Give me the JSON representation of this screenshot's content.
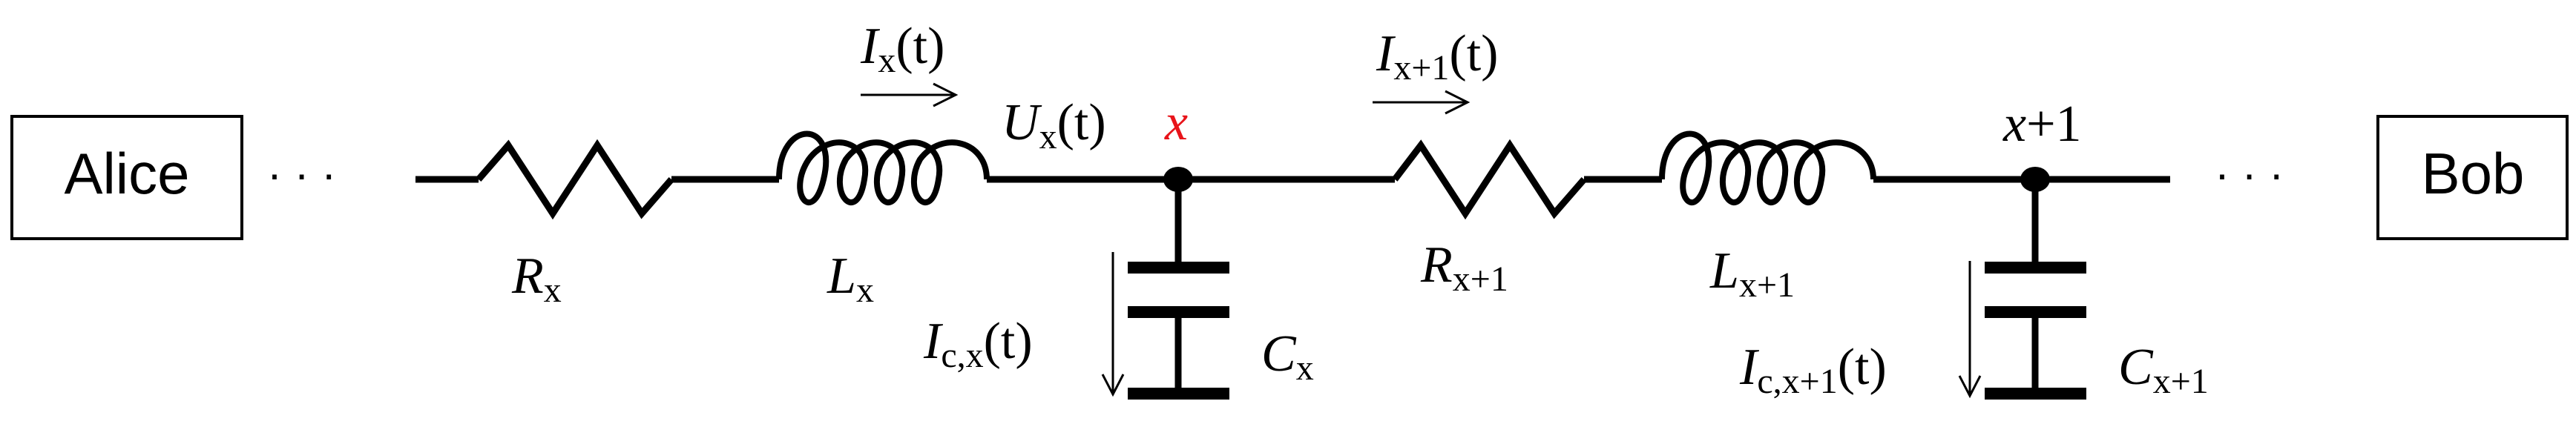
{
  "endpoints": {
    "alice": "Alice",
    "bob": "Bob"
  },
  "ellipsis": "· · ·",
  "segment_x": {
    "current_main": "I",
    "current_main_sub": "x",
    "current_main_arg": "(t)",
    "voltage": "U",
    "voltage_sub": "x",
    "voltage_arg": "(t)",
    "node": "x",
    "resistor": "R",
    "resistor_sub": "x",
    "inductor": "L",
    "inductor_sub": "x",
    "capacitor": "C",
    "capacitor_sub": "x",
    "current_cap": "I",
    "current_cap_sub": "c,x",
    "current_cap_arg": "(t)"
  },
  "segment_x1": {
    "current_main": "I",
    "current_main_sub": "x+1",
    "current_main_arg": "(t)",
    "node_var": "x",
    "node_suffix": "+1",
    "resistor": "R",
    "resistor_sub": "x+1",
    "inductor": "L",
    "inductor_sub": "x+1",
    "capacitor": "C",
    "capacitor_sub": "x+1",
    "current_cap": "I",
    "current_cap_sub": "c,x+1",
    "current_cap_arg": "(t)"
  },
  "colors": {
    "wire": "#000000",
    "node_label_highlight": "#e8141a"
  }
}
